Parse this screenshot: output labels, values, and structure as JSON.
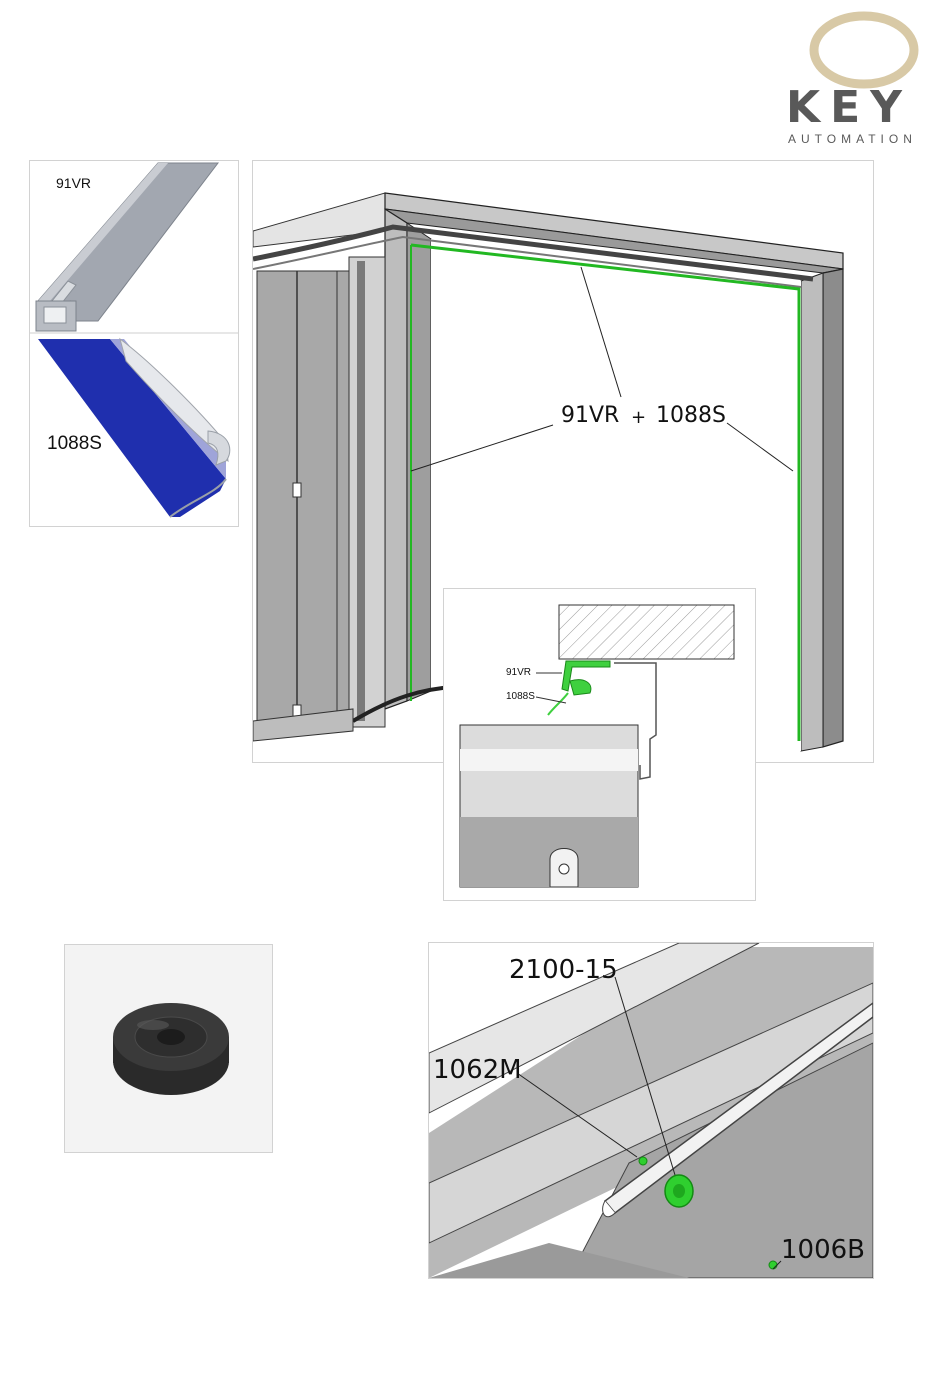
{
  "logo": {
    "line1": "KEY",
    "line2": "AUTOMATION",
    "ring_color": "#d8c9a6",
    "text_color": "#595959"
  },
  "profile_panel": {
    "profile_label": "91VR",
    "seal_label": "1088S",
    "profile_color": "#9aa0aa",
    "seal_color": "#1f2fae"
  },
  "door_view": {
    "callout_a": "91VR",
    "callout_plus": "+",
    "callout_b": "1088S",
    "seal_color": "#22b822"
  },
  "detail_section": {
    "profile_label": "91VR",
    "seal_label": "1088S"
  },
  "track_view": {
    "part_a": "2100-15",
    "part_b": "1062M",
    "part_c": "1006B",
    "highlight_color": "#2fcf2f"
  }
}
